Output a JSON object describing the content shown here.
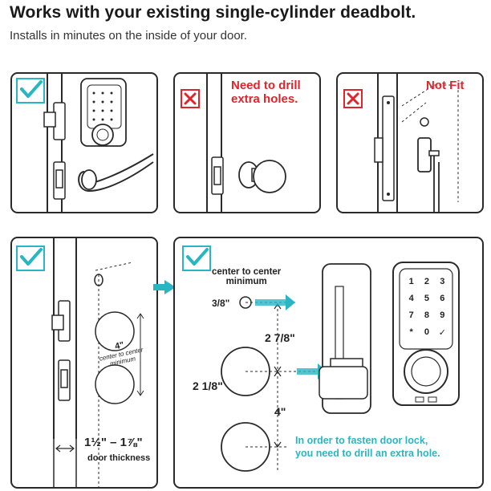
{
  "header": {
    "title": "Works with your existing single-cylinder deadbolt.",
    "subtitle": "Installs in minutes on the inside of your door."
  },
  "panels": {
    "fits": {
      "status": "check"
    },
    "drill": {
      "status": "cross",
      "message_line1": "Need to drill",
      "message_line2": "extra holes."
    },
    "notfit": {
      "status": "cross",
      "message": "Not Fit"
    },
    "thickness": {
      "status": "check",
      "center_label_main": "4\"",
      "center_label_sub1": "center to center",
      "center_label_sub2": "minimum",
      "thickness_value": "1½\" – 1⅞\"",
      "thickness_label": "door thickness"
    },
    "install": {
      "status": "check",
      "min_label_line1": "center to center",
      "min_label_line2": "minimum",
      "small_hole": "3/8\"",
      "upper_distance": "2 7/8\"",
      "hole_diameter": "2 1/8\"",
      "lower_distance": "4\"",
      "note_line1": "In order to fasten door lock,",
      "note_line2": "you need to drill an extra hole."
    }
  },
  "keypad": {
    "keys": [
      "1",
      "2",
      "3",
      "4",
      "5",
      "6",
      "7",
      "8",
      "9",
      "*",
      "0",
      "✓"
    ]
  },
  "colors": {
    "check": "#29b6c4",
    "cross": "#e0242c",
    "accent": "#29b6c4",
    "line": "#2a2a2a"
  }
}
